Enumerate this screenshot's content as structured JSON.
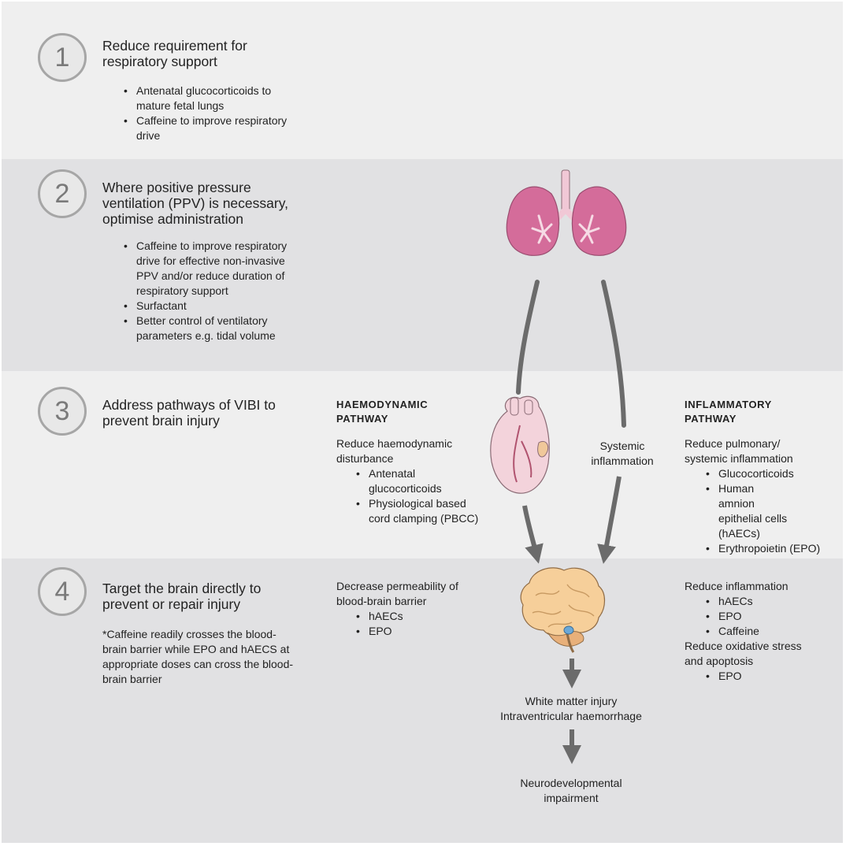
{
  "colors": {
    "band_1": "#efefef",
    "band_2": "#e1e1e3",
    "band_3": "#efefef",
    "band_4": "#e1e1e3",
    "arrow": "#6b6b6b",
    "lung": "#d46c9a",
    "heart": "#f3d3db",
    "brain": "#f6cf9a"
  },
  "steps": [
    {
      "number": "1",
      "heading": "Reduce requirement for respiratory support",
      "bullets": [
        "Antenatal glucocorticoids to mature fetal lungs",
        "Caffeine to improve respiratory drive"
      ]
    },
    {
      "number": "2",
      "heading": "Where positive pressure ventilation (PPV) is necessary, optimise administration",
      "bullets": [
        "Caffeine to improve respiratory drive for effective non-invasive PPV and/or reduce duration of respiratory support",
        "Surfactant",
        "Better control of ventilatory parameters e.g. tidal volume"
      ]
    },
    {
      "number": "3",
      "heading": "Address pathways of VIBI to prevent brain injury"
    },
    {
      "number": "4",
      "heading": "Target the brain directly to prevent or repair injury",
      "note": "*Caffeine readily crosses the blood-brain barrier while EPO and hAECS at appropriate doses can cross the blood-brain barrier"
    }
  ],
  "haemodynamic": {
    "title": "HAEMODYNAMIC PATHWAY",
    "intro": "Reduce haemodynamic disturbance",
    "bullets": [
      "Antenatal glucocorticoids",
      "Physiological based cord clamping (PBCC)"
    ]
  },
  "inflammatory": {
    "title": "INFLAMMATORY PATHWAY",
    "intro": "Reduce pulmonary/ systemic inflammation",
    "bullets": [
      "Glucocorticoids",
      "Human amnion epithelial cells (hAECs)",
      "Erythropoietin (EPO)"
    ]
  },
  "systemic_label": "Systemic inflammation",
  "brain_barrier": {
    "intro": "Decrease permeability of blood-brain barrier",
    "bullets": [
      "hAECs",
      "EPO"
    ]
  },
  "brain_inflammation": {
    "intro": "Reduce inflammation",
    "bullets": [
      "hAECs",
      "EPO",
      "Caffeine"
    ],
    "intro2": "Reduce oxidative stress and apoptosis",
    "bullets2": [
      "EPO"
    ]
  },
  "outcome_1": [
    "White matter injury",
    "Intraventricular haemorrhage"
  ],
  "outcome_2": [
    "Neurodevelopmental",
    "impairment"
  ]
}
